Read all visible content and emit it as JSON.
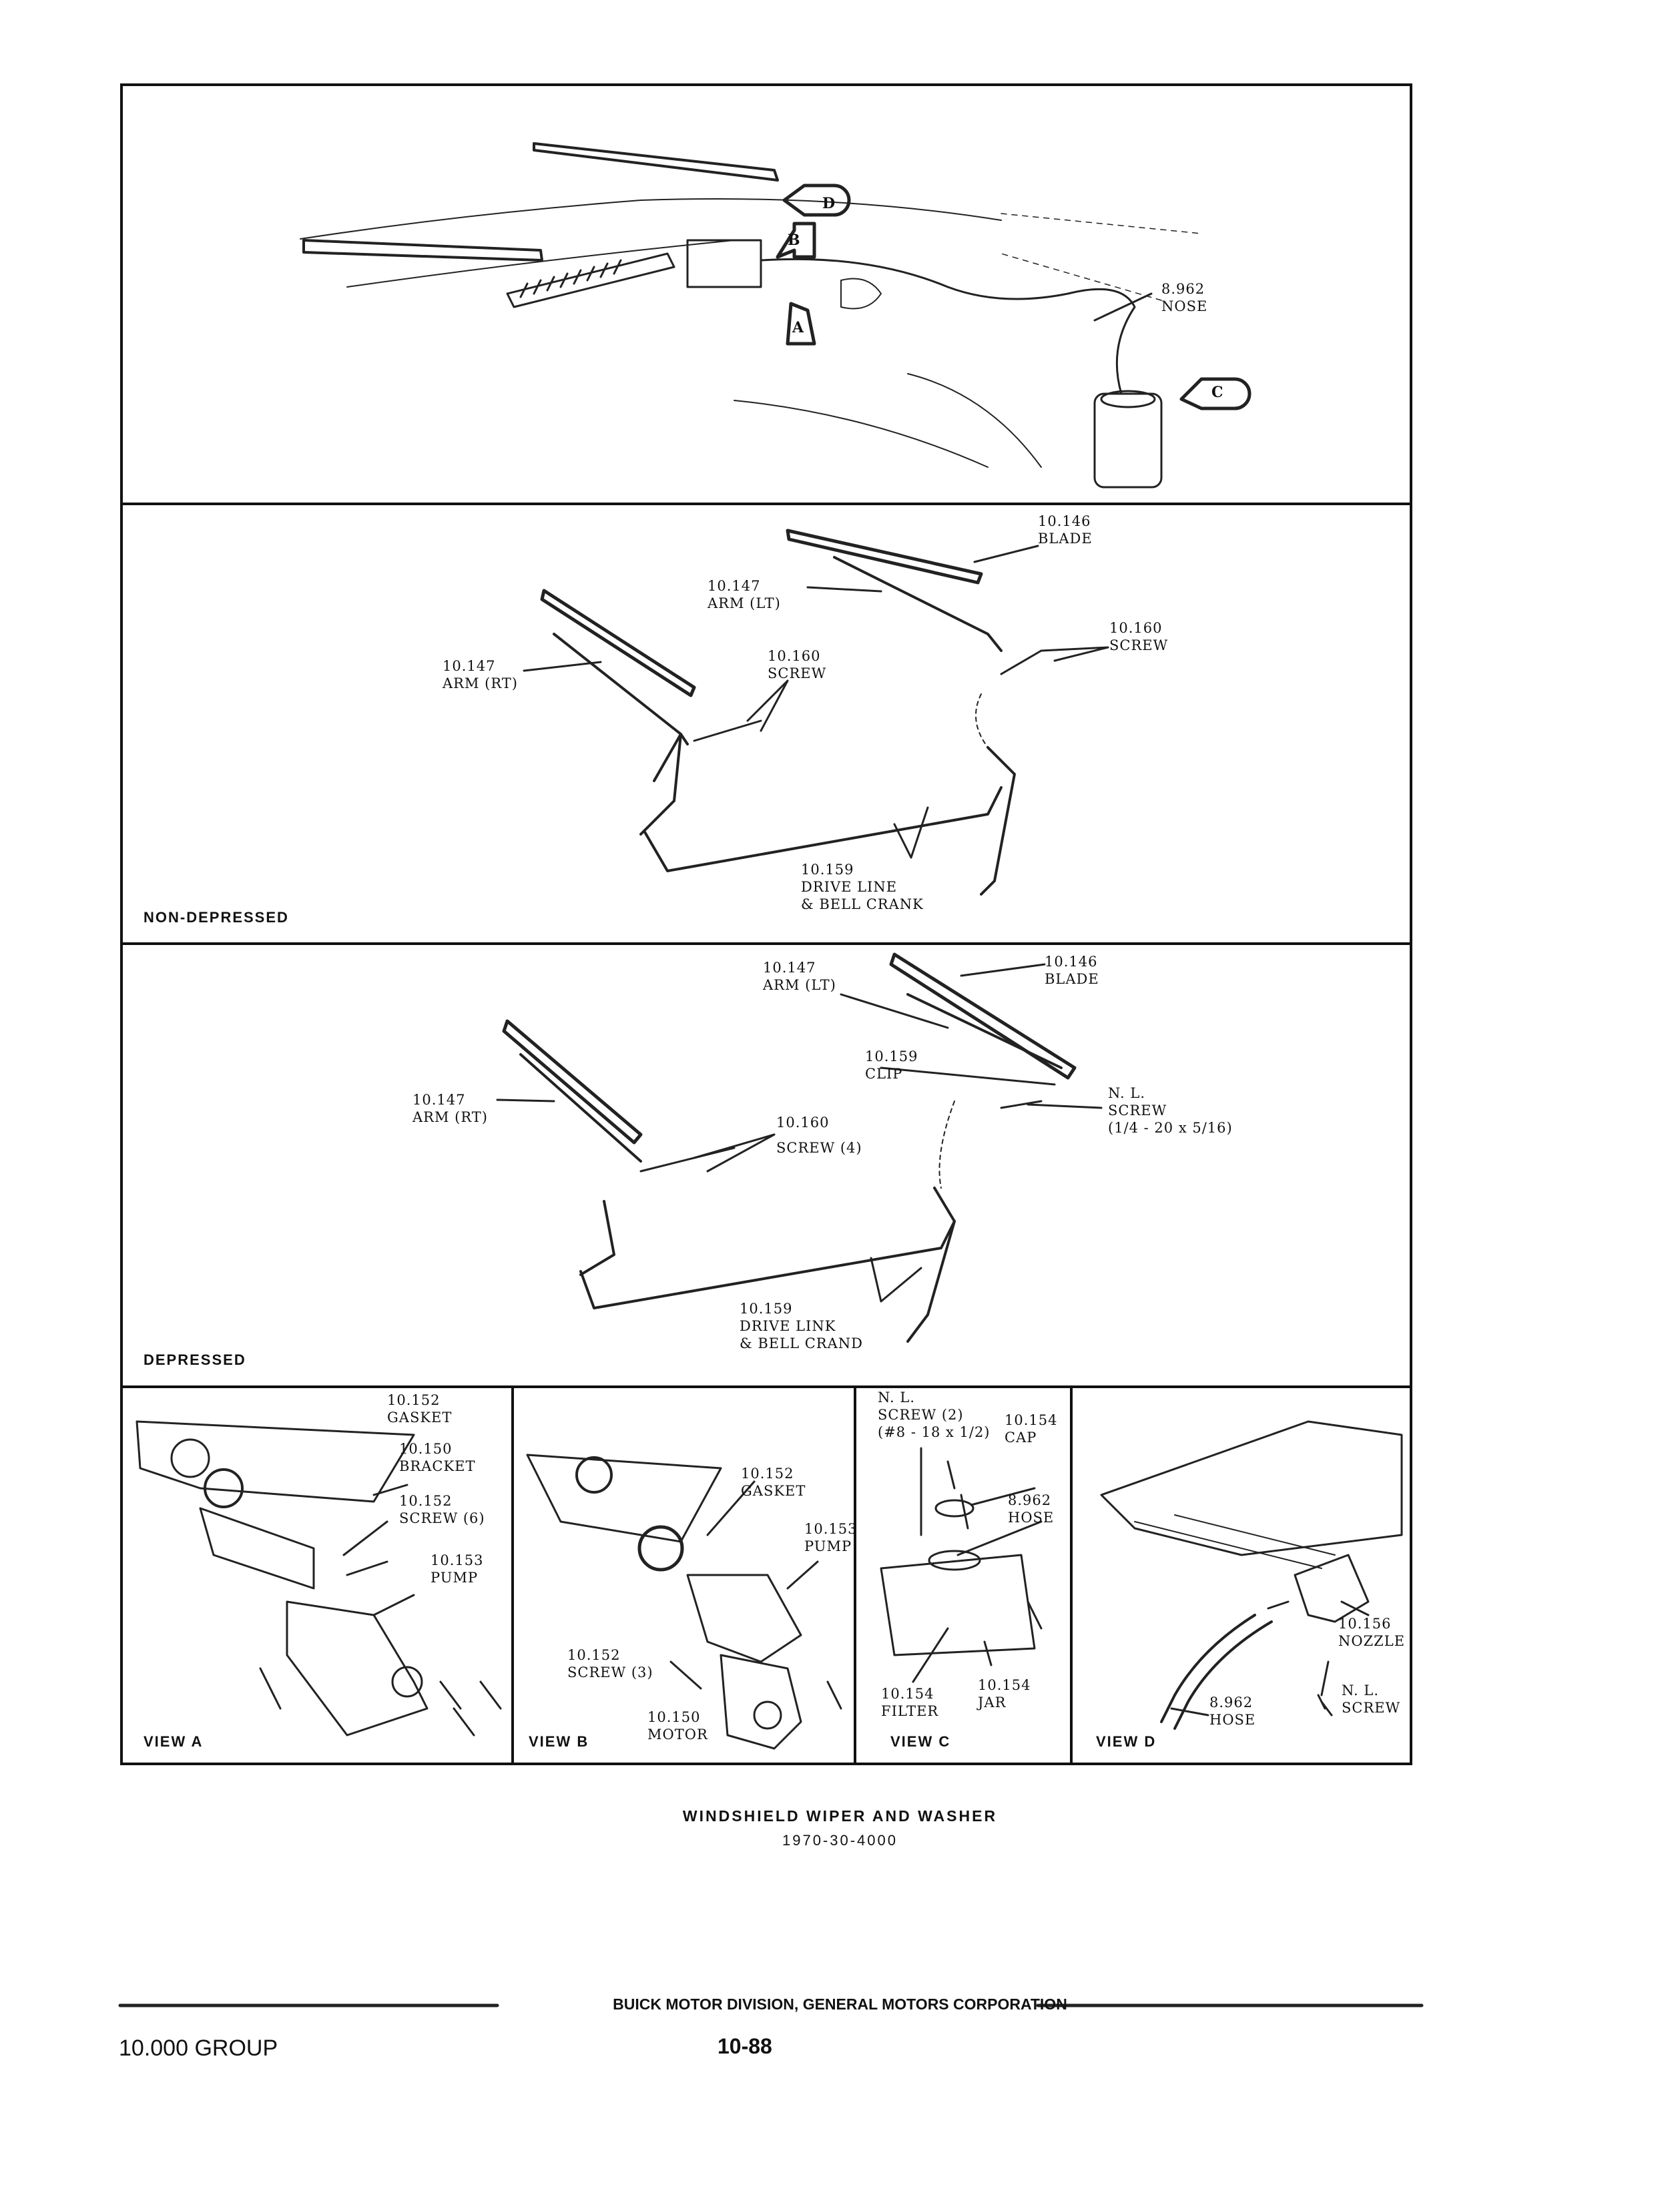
{
  "panel1": {
    "labels": {
      "nose": "8.962\nNOSE"
    },
    "callouts": [
      "D",
      "B",
      "A",
      "C"
    ]
  },
  "panel2": {
    "section": "NON-DEPRESSED",
    "labels": {
      "blade": "10.146\nBLADE",
      "arm_lt": "10.147\nARM (LT)",
      "arm_rt": "10.147\nARM (RT)",
      "screw_left": "10.160\nSCREW",
      "screw_right": "10.160\nSCREW",
      "drive": "10.159\nDRIVE LINE\n& BELL CRANK"
    }
  },
  "panel3": {
    "section": "DEPRESSED",
    "labels": {
      "arm_lt": "10.147\nARM (LT)",
      "blade": "10.146\nBLADE",
      "clip": "10.159\nCLIP",
      "arm_rt": "10.147\nARM (RT)",
      "screw4": "10.160\nSCREW (4)",
      "nl_screw": "N. L.\nSCREW\n(1/4 - 20 x 5/16)",
      "drive": "10.159\nDRIVE LINK\n& BELL CRAND"
    }
  },
  "views": {
    "a": {
      "title": "VIEW A",
      "gasket": "10.152\nGASKET",
      "bracket": "10.150\nBRACKET",
      "screw": "10.152\nSCREW (6)",
      "pump": "10.153\nPUMP"
    },
    "b": {
      "title": "VIEW B",
      "gasket": "10.152\nGASKET",
      "pump": "10.153\nPUMP",
      "screw": "10.152\nSCREW (3)",
      "motor": "10.150\nMOTOR"
    },
    "c": {
      "title": "VIEW C",
      "screw": "N. L.\nSCREW (2)\n(#8 - 18 x 1/2)",
      "cap": "10.154\nCAP",
      "hose": "8.962\nHOSE",
      "filter": "10.154\nFILTER",
      "jar": "10.154\nJAR"
    },
    "d": {
      "title": "VIEW D",
      "nozzle": "10.156\nNOZZLE",
      "screw": "N. L.\nSCREW",
      "hose": "8.962\nHOSE"
    }
  },
  "caption": {
    "title": "WINDSHIELD WIPER AND WASHER",
    "code": "1970-30-4000"
  },
  "footer": {
    "company": "BUICK MOTOR DIVISION, GENERAL MOTORS CORPORATION",
    "group": "10.000 GROUP",
    "page": "10-88"
  }
}
